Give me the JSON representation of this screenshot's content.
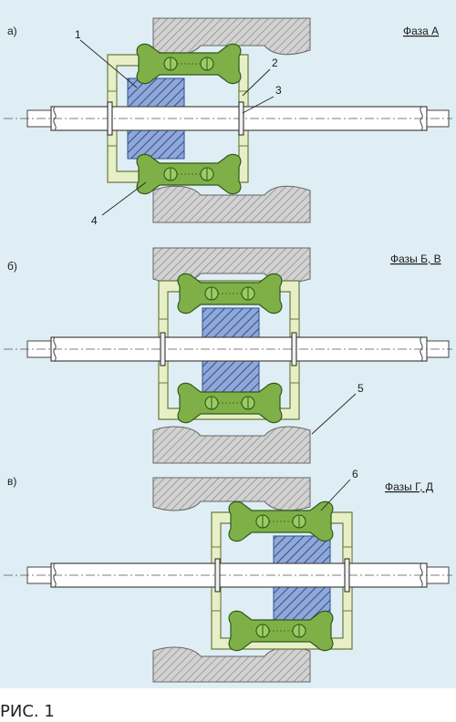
{
  "panels": [
    {
      "letter": "а)",
      "title": "Фаза А"
    },
    {
      "letter": "б)",
      "title": "Фазы Б, В"
    },
    {
      "letter": "в)",
      "title": "Фазы Г, Д"
    }
  ],
  "callouts": [
    "1",
    "2",
    "3",
    "4",
    "5",
    "6"
  ],
  "caption": "РИС. 1",
  "colors": {
    "background": "#dfeef4",
    "shaft": "#ffffff",
    "housing": "#e6efc6",
    "clamp": "#7fb048",
    "magnet": "#8fa8d8",
    "ring": "#f0f0f0",
    "grip": "#cfcfcf"
  }
}
